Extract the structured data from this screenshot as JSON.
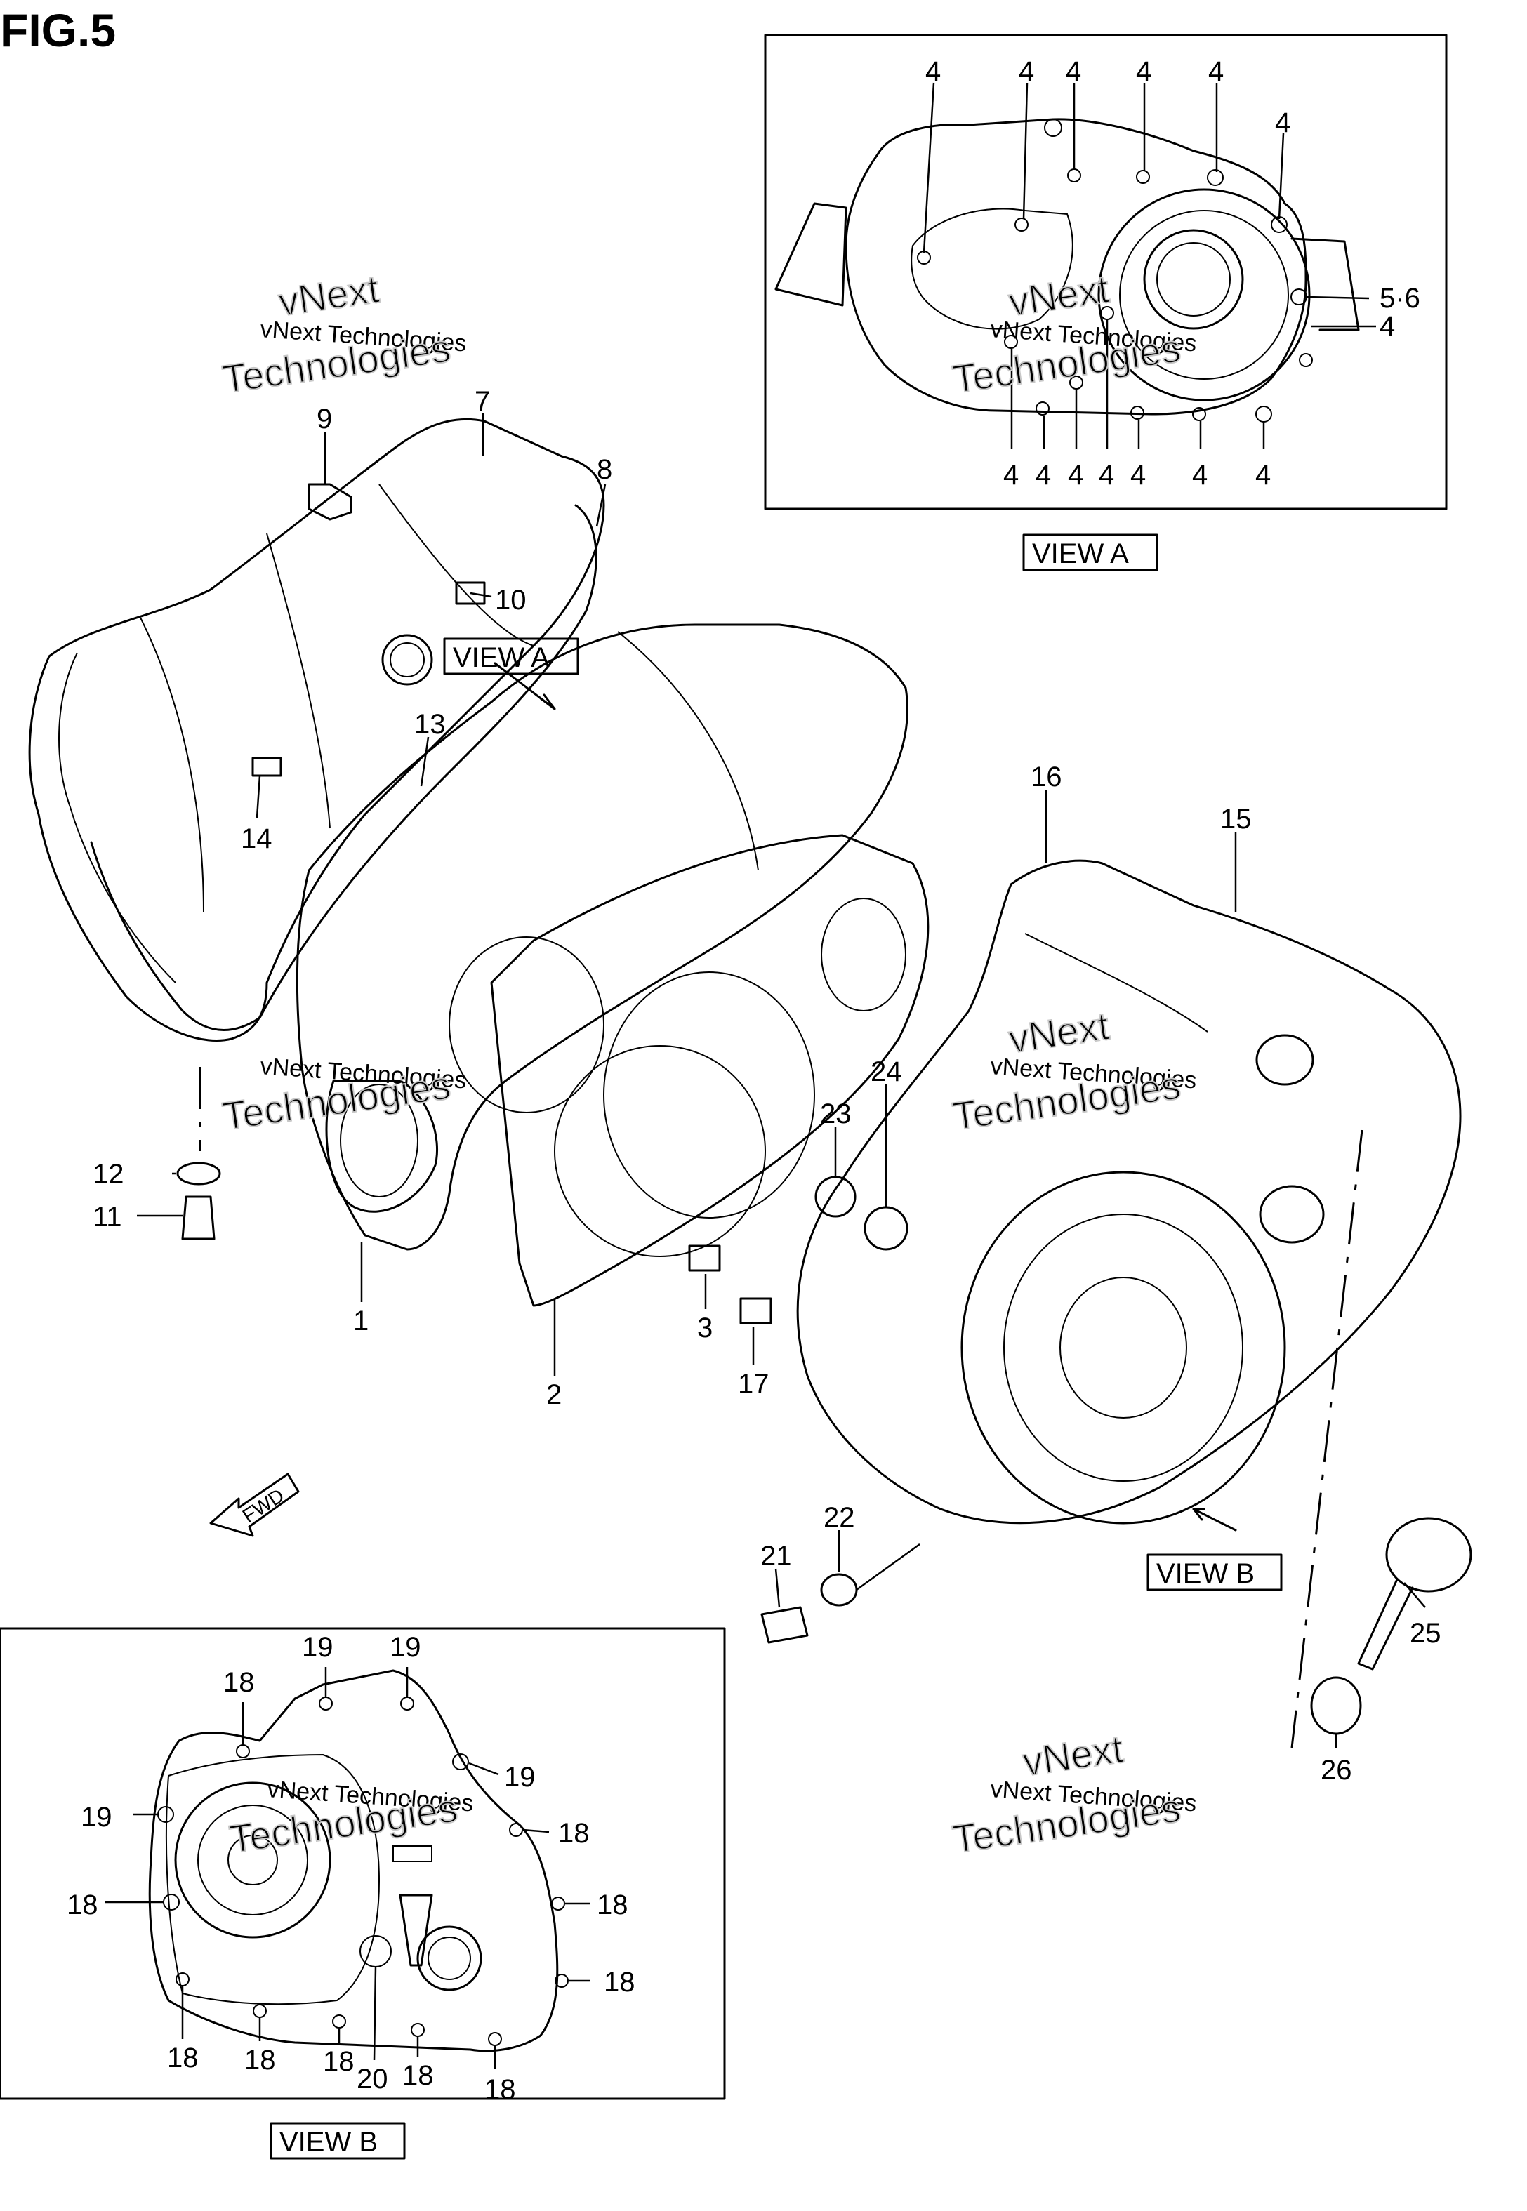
{
  "figure": {
    "title": "FIG.5"
  },
  "watermark": {
    "line1": "vNext Technologies",
    "line2": "Technologies",
    "line3": "vNext"
  },
  "view_a": {
    "label": "VIEW A",
    "callouts": [
      "4",
      "4",
      "4",
      "4",
      "4",
      "4",
      "5·6",
      "4",
      "4",
      "4",
      "4",
      "4",
      "4",
      "4",
      "4"
    ]
  },
  "view_b": {
    "label": "VIEW B",
    "callouts": [
      "19",
      "19",
      "18",
      "19",
      "19",
      "18",
      "18",
      "18",
      "18",
      "18",
      "18",
      "18",
      "20",
      "18",
      "18"
    ]
  },
  "main": {
    "view_a_arrow_label": "VIEW A",
    "view_b_arrow_label": "VIEW B",
    "fwd_label": "FWD",
    "callouts": [
      "9",
      "7",
      "8",
      "10",
      "13",
      "14",
      "12",
      "11",
      "1",
      "2",
      "3",
      "16",
      "15",
      "24",
      "23",
      "17",
      "22",
      "21",
      "25",
      "26"
    ]
  }
}
